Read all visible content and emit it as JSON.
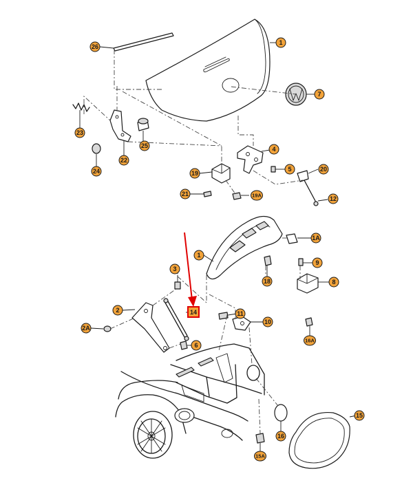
{
  "highlight": {
    "label": "14",
    "color": "#e00000"
  },
  "callout_color": "#f2a33a",
  "callouts_top": [
    {
      "id": "c1-top",
      "label": "1"
    },
    {
      "id": "c26",
      "label": "26"
    },
    {
      "id": "c7",
      "label": "7"
    },
    {
      "id": "c23",
      "label": "23"
    },
    {
      "id": "c22",
      "label": "22"
    },
    {
      "id": "c25",
      "label": "25"
    },
    {
      "id": "c24",
      "label": "24"
    },
    {
      "id": "c4",
      "label": "4"
    },
    {
      "id": "c19",
      "label": "19"
    },
    {
      "id": "c5",
      "label": "5"
    },
    {
      "id": "c20",
      "label": "20"
    },
    {
      "id": "c21",
      "label": "21"
    },
    {
      "id": "c19a",
      "label": "19A"
    },
    {
      "id": "c12",
      "label": "12"
    }
  ],
  "callouts_bottom": [
    {
      "id": "c1a",
      "label": "1A"
    },
    {
      "id": "c1-bottom",
      "label": "1"
    },
    {
      "id": "c9",
      "label": "9"
    },
    {
      "id": "c18",
      "label": "18"
    },
    {
      "id": "c8",
      "label": "8"
    },
    {
      "id": "c3",
      "label": "3"
    },
    {
      "id": "c2",
      "label": "2"
    },
    {
      "id": "c11",
      "label": "11"
    },
    {
      "id": "c10",
      "label": "10"
    },
    {
      "id": "c2a",
      "label": "2A"
    },
    {
      "id": "c6",
      "label": "6"
    },
    {
      "id": "c16a",
      "label": "16A"
    },
    {
      "id": "c15",
      "label": "15"
    },
    {
      "id": "c16",
      "label": "16"
    },
    {
      "id": "c15a",
      "label": "15A"
    }
  ]
}
